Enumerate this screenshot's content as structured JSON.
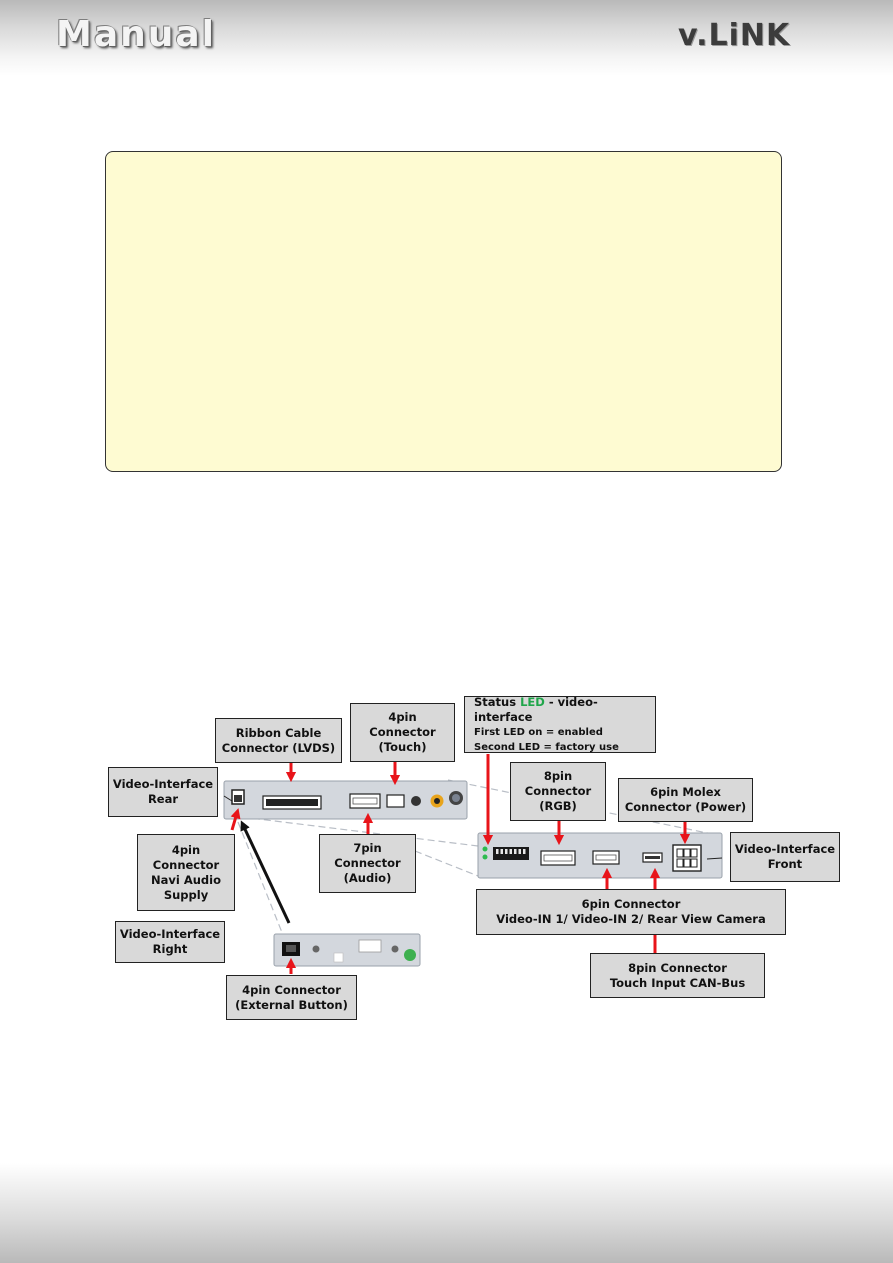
{
  "header": {
    "left_logo": "Manual",
    "right_logo": "v.LiNK"
  },
  "labels": {
    "ribbon": [
      "Ribbon Cable",
      "Connector (LVDS)"
    ],
    "touch4": [
      "4pin",
      "Connector",
      "(Touch)"
    ],
    "led_title_a": "Status ",
    "led_title_led": "LED",
    "led_title_b": " - video-interface",
    "led_line1": "First LED on = enabled",
    "led_line2": "Second LED =  factory use",
    "vi_rear": [
      "Video-Interface",
      "Rear"
    ],
    "rgb8": [
      "8pin",
      "Connector",
      "(RGB)"
    ],
    "molex6": [
      "6pin Molex",
      "Connector (Power)"
    ],
    "vi_front": [
      "Video-Interface",
      "Front"
    ],
    "navi4": [
      "4pin",
      "Connector",
      "Navi Audio",
      "Supply"
    ],
    "audio7": [
      "7pin",
      "Connector",
      "(Audio)"
    ],
    "video6": [
      "6pin Connector",
      "Video-IN 1/ Video-IN 2/  Rear View Camera"
    ],
    "vi_right": [
      "Video-Interface",
      "Right"
    ],
    "can8": [
      "8pin Connector",
      "Touch Input CAN-Bus"
    ],
    "ext4": [
      "4pin Connector",
      "(External Button)"
    ]
  },
  "colors": {
    "arrow_red": "#e8141a",
    "note_bg": "#fefbd2",
    "label_bg": "#d9d9d9"
  }
}
